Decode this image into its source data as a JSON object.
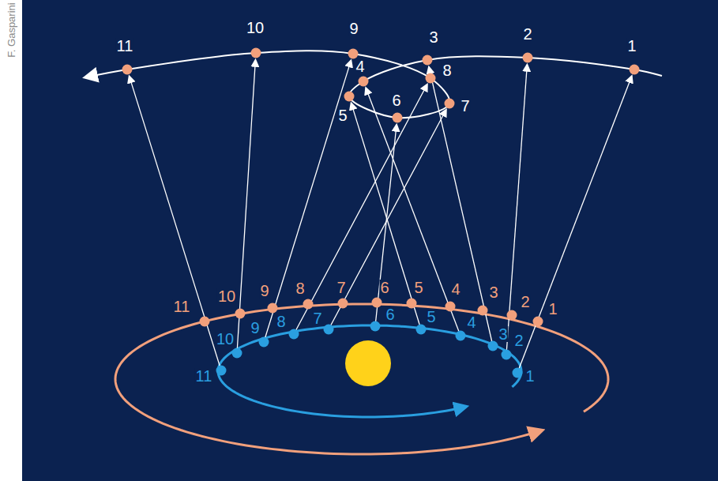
{
  "diagram": {
    "labels": [
      "1",
      "2",
      "3",
      "4",
      "5",
      "6",
      "7",
      "8",
      "9",
      "10",
      "11",
      "1",
      "2",
      "3",
      "4",
      "5",
      "6",
      "7",
      "8",
      "9",
      "10",
      "11",
      "1",
      "2",
      "3",
      "4",
      "5",
      "6",
      "7",
      "8",
      "9",
      "10",
      "11",
      "F. Gasparini"
    ]
  }
}
